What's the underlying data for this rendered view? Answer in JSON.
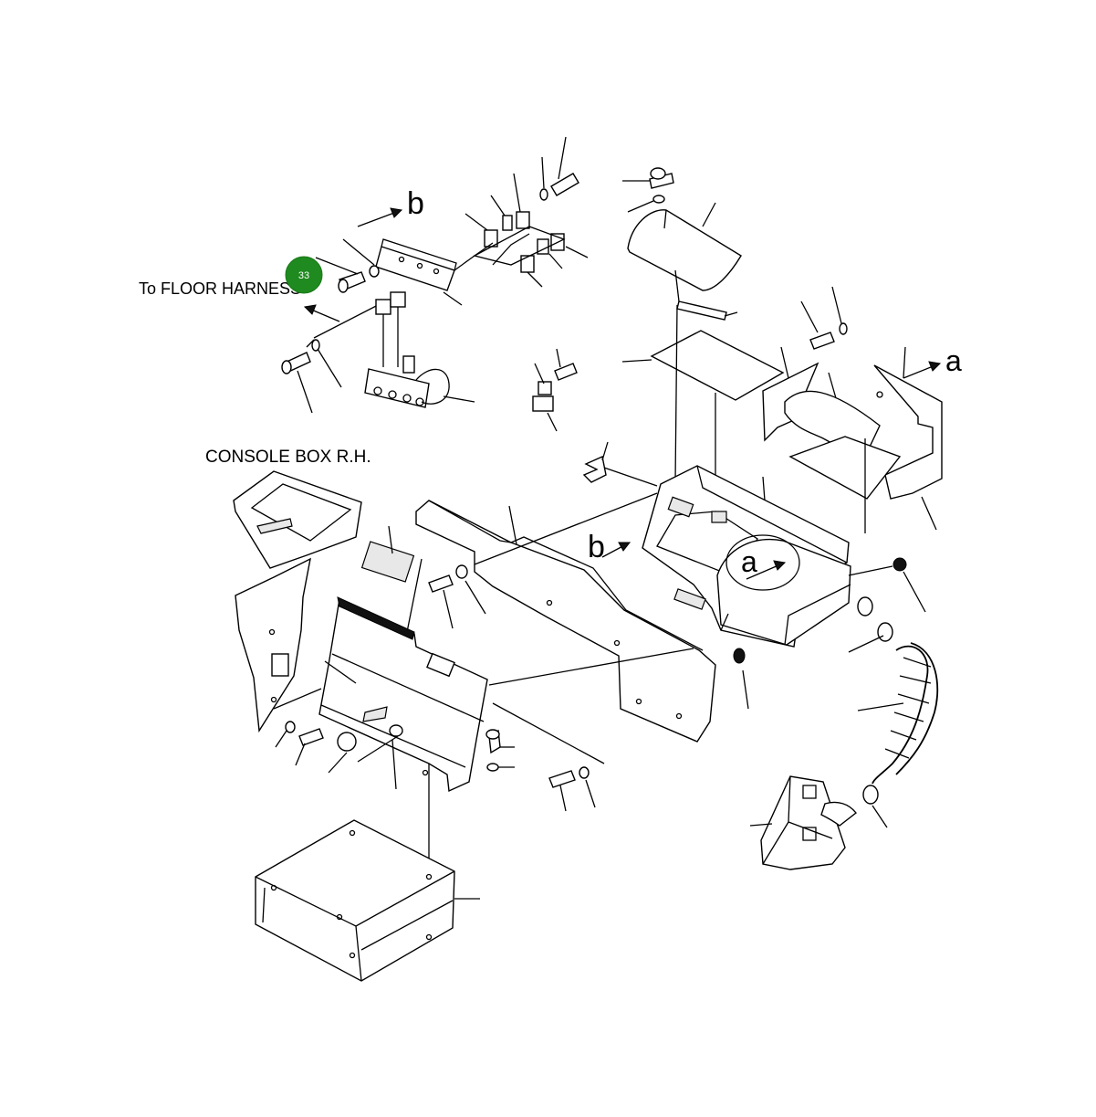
{
  "labels": {
    "floor_harness": "To FLOOR HARNESS",
    "console_box": "CONSOLE BOX R.H.",
    "ref_a": "a",
    "ref_b": "b"
  },
  "callouts": [
    {
      "number": "33",
      "color": "#1f8a1f",
      "text_color": "#ffffff"
    }
  ],
  "colors": {
    "line": "#000000",
    "background": "#ffffff"
  }
}
